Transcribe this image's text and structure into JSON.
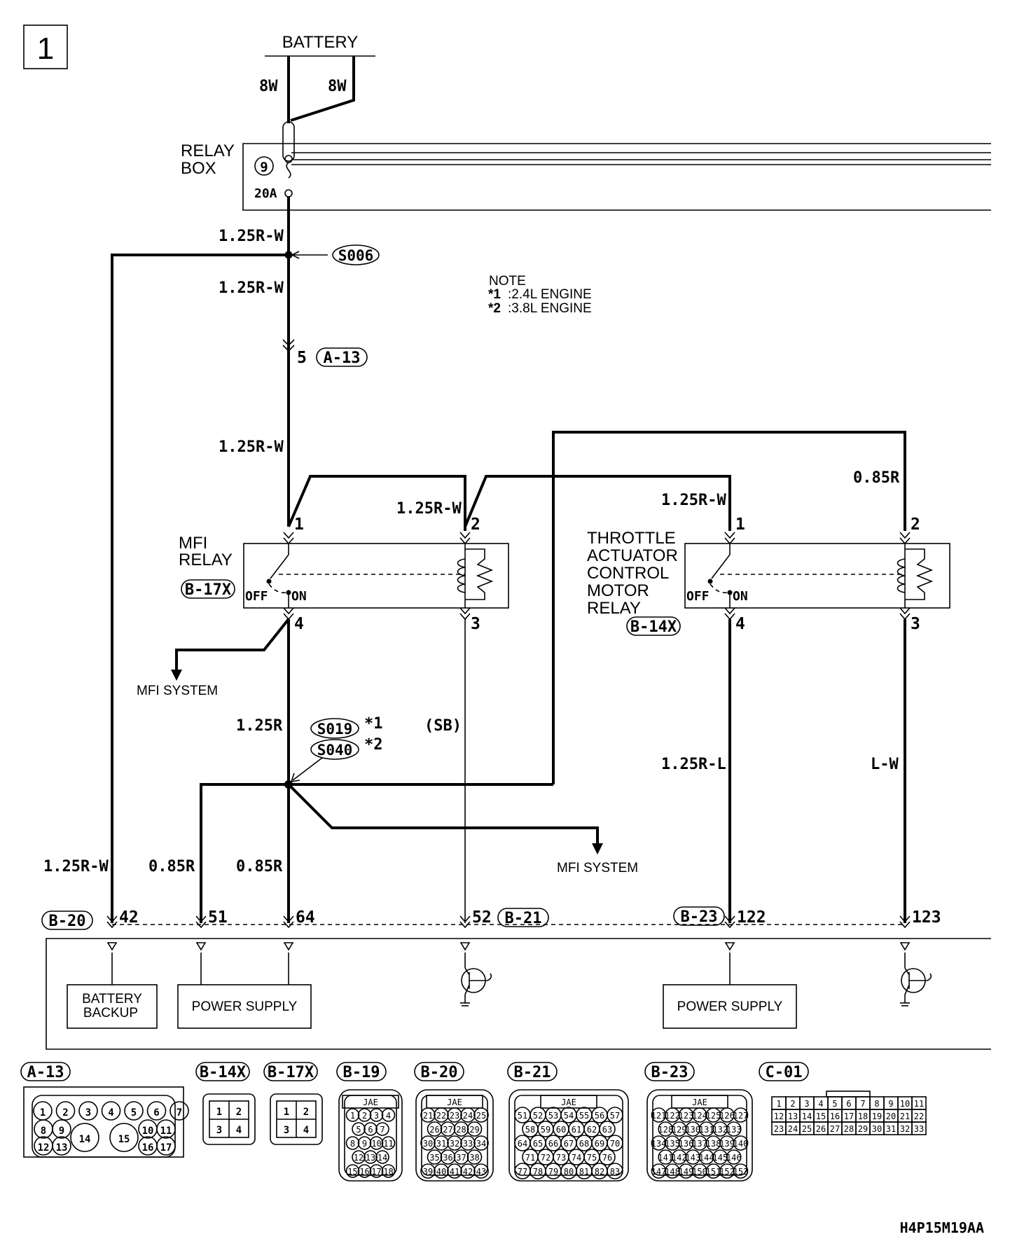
{
  "page_number": "1",
  "source": {
    "label": "BATTERY",
    "wires": [
      "8W",
      "8W"
    ]
  },
  "relay_box": {
    "label_1": "RELAY",
    "label_2": "BOX",
    "fuse_number": "9",
    "fuse_rating": "20A"
  },
  "wire_colors": {
    "main_upper": "1.25R-W",
    "main_mid": "1.25R-W",
    "main_lower": "1.25R-W",
    "mfi_pin2": "1.25R-W",
    "throttle_pin1": "1.25R-W",
    "throttle_pin2": "0.85R",
    "mfi_out": "1.25R",
    "throttle_pin4": "1.25R-L",
    "throttle_pin3": "L-W",
    "ecu_42": "1.25R-W",
    "ecu_51": "0.85R",
    "ecu_64": "0.85R",
    "shield": "(SB)"
  },
  "splices": {
    "s006": "S006",
    "s019": "S019",
    "s040": "S040",
    "s019_mark": "*1",
    "s040_mark": "*2"
  },
  "note": {
    "title": "NOTE",
    "line_1_mark": "*1",
    "line_1": ":2.4L ENGINE",
    "line_2_mark": "*2",
    "line_2": ":3.8L ENGINE"
  },
  "joint_connector": {
    "id": "A-13",
    "pin": "5"
  },
  "mfi_relay": {
    "label_1": "MFI",
    "label_2": "RELAY",
    "connector": "B-17X",
    "pins": [
      "1",
      "2",
      "3",
      "4"
    ],
    "off": "OFF",
    "on": "ON"
  },
  "throttle_relay": {
    "label_1": "THROTTLE",
    "label_2": "ACTUATOR",
    "label_3": "CONTROL",
    "label_4": "MOTOR",
    "label_5": "RELAY",
    "connector": "B-14X",
    "pins": [
      "1",
      "2",
      "3",
      "4"
    ],
    "off": "OFF",
    "on": "ON"
  },
  "mfi_system_labels": [
    "MFI SYSTEM",
    "MFI SYSTEM"
  ],
  "ecu": {
    "connectors": [
      "B-20",
      "B-21",
      "B-23"
    ],
    "pins": [
      "42",
      "51",
      "64",
      "52",
      "122",
      "123"
    ],
    "blocks": {
      "battery_backup_1": "BATTERY",
      "battery_backup_2": "BACKUP",
      "power_supply_1": "POWER SUPPLY",
      "power_supply_2": "POWER SUPPLY"
    }
  },
  "connector_views": {
    "ids": [
      "A-13",
      "B-14X",
      "B-17X",
      "B-19",
      "B-20",
      "B-21",
      "B-23",
      "C-01"
    ],
    "jae": "JAE",
    "a13_row1": [
      "1",
      "2",
      "3",
      "4",
      "5",
      "6",
      "7"
    ],
    "a13_row2": [
      "8",
      "9",
      "10",
      "11"
    ],
    "a13_row3": [
      "12",
      "13",
      "14",
      "15",
      "16",
      "17"
    ],
    "relay_pins": [
      "1",
      "2",
      "3",
      "4"
    ],
    "b19_rows": [
      [
        "1",
        "2",
        "3",
        "4"
      ],
      [
        "5",
        "6",
        "7"
      ],
      [
        "8",
        "9",
        "10",
        "11"
      ],
      [
        "12",
        "13",
        "14"
      ],
      [
        "15",
        "16",
        "17",
        "18"
      ]
    ],
    "b20_rows": [
      [
        "21",
        "22",
        "23",
        "24",
        "25"
      ],
      [
        "26",
        "27",
        "28",
        "29"
      ],
      [
        "30",
        "31",
        "32",
        "33",
        "34"
      ],
      [
        "35",
        "36",
        "37",
        "38"
      ],
      [
        "39",
        "40",
        "41",
        "42",
        "43"
      ]
    ],
    "b21_rows": [
      [
        "51",
        "52",
        "53",
        "54",
        "55",
        "56",
        "57"
      ],
      [
        "58",
        "59",
        "60",
        "61",
        "62",
        "63"
      ],
      [
        "64",
        "65",
        "66",
        "67",
        "68",
        "69",
        "70"
      ],
      [
        "71",
        "72",
        "73",
        "74",
        "75",
        "76"
      ],
      [
        "77",
        "78",
        "79",
        "80",
        "81",
        "82",
        "83"
      ]
    ],
    "b23_rows": [
      [
        "121",
        "122",
        "123",
        "124",
        "125",
        "126",
        "127"
      ],
      [
        "128",
        "129",
        "130",
        "131",
        "132",
        "133"
      ],
      [
        "134",
        "135",
        "136",
        "137",
        "138",
        "139",
        "140"
      ],
      [
        "141",
        "142",
        "143",
        "144",
        "145",
        "146"
      ],
      [
        "147",
        "148",
        "149",
        "150",
        "151",
        "152",
        "153"
      ]
    ],
    "c01_rows": [
      [
        "1",
        "2",
        "3",
        "4",
        "5",
        "6",
        "7",
        "8",
        "9",
        "10",
        "11"
      ],
      [
        "12",
        "13",
        "14",
        "15",
        "16",
        "17",
        "18",
        "19",
        "20",
        "21",
        "22"
      ],
      [
        "23",
        "24",
        "25",
        "26",
        "27",
        "28",
        "29",
        "30",
        "31",
        "32",
        "33"
      ]
    ]
  },
  "drawing_code": "H4P15M19AA"
}
